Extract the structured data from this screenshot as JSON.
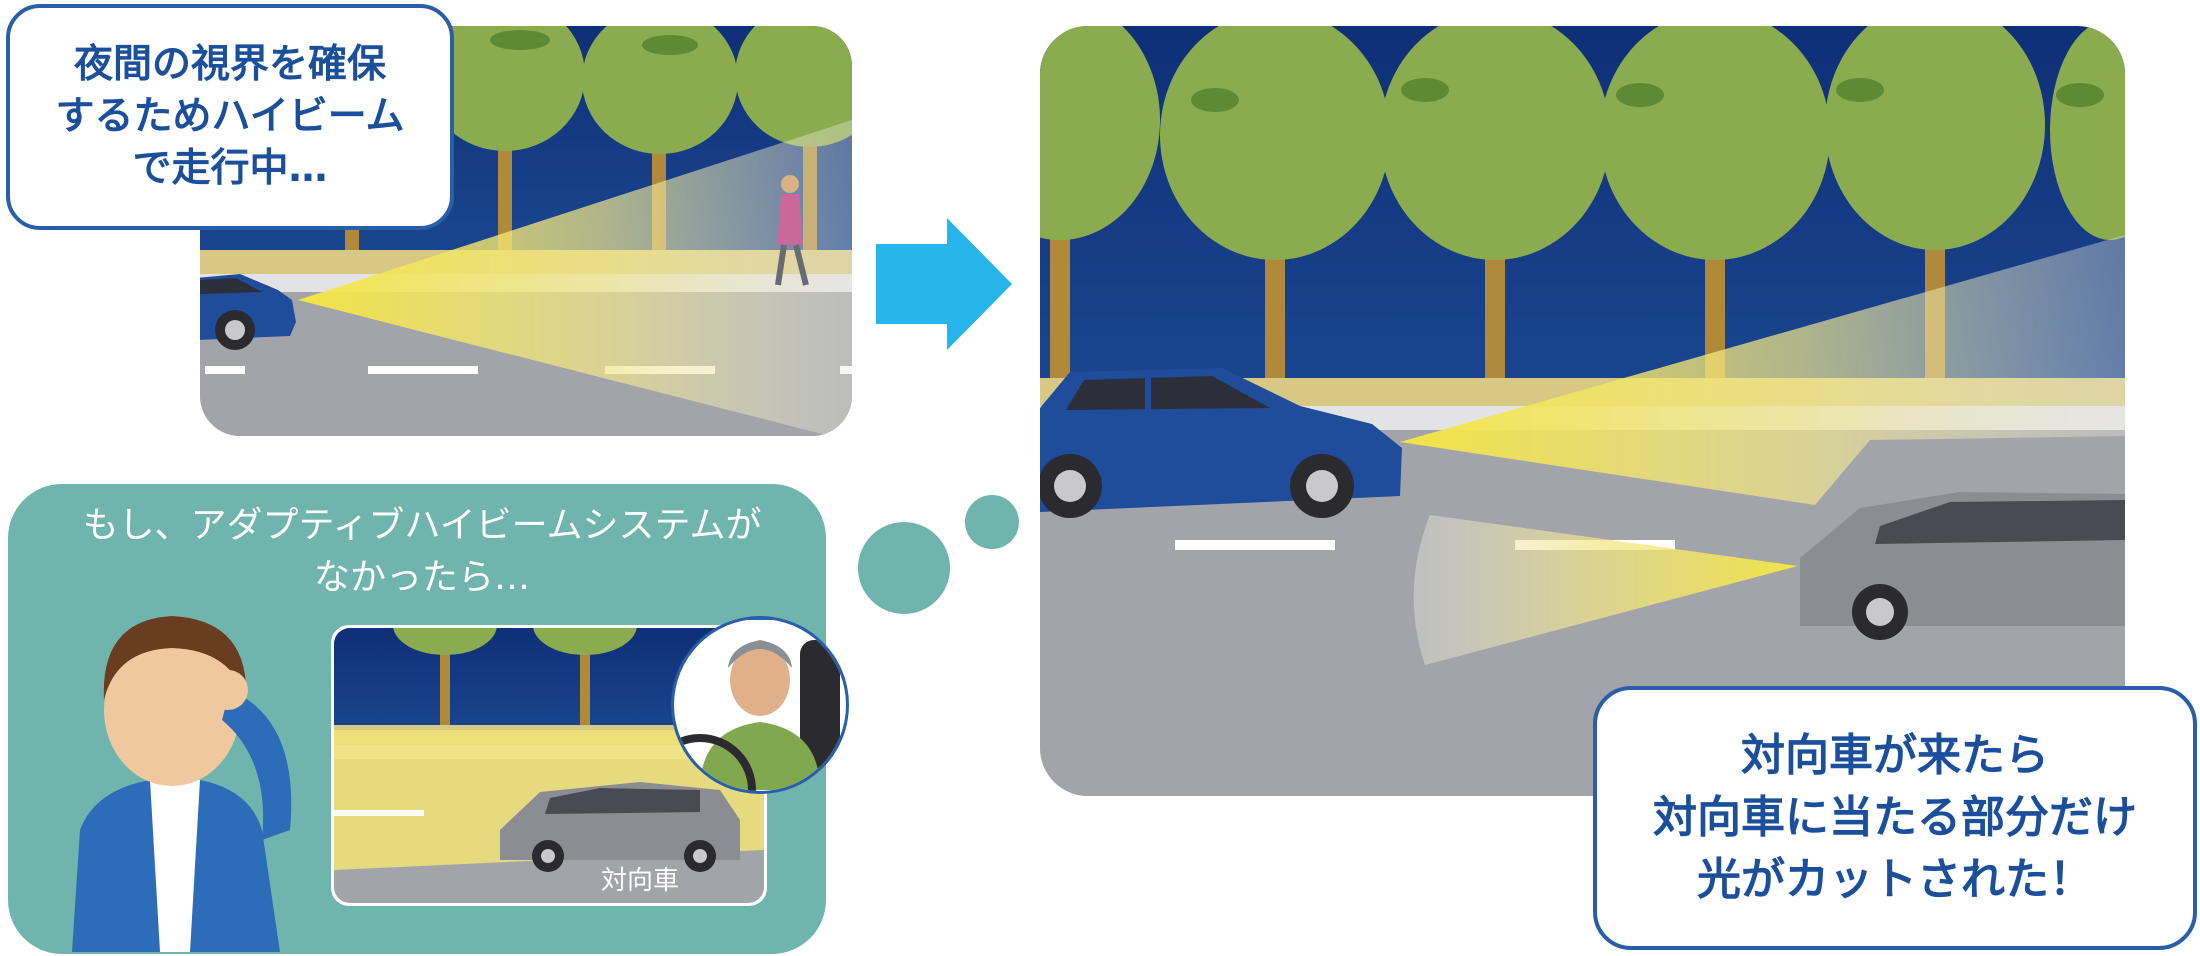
{
  "callouts": {
    "scene1_lines": [
      "夜間の視界を確保",
      "するためハイビーム",
      "で走行中…"
    ],
    "thought_lines": [
      "もし、アダプティブハイビームシステムが",
      "なかったら…"
    ],
    "scene3_lines": [
      "対向車が来たら",
      "対向車に当たる部分だけ",
      "光がカットされた！"
    ],
    "oncoming_label": "対向車"
  },
  "colors": {
    "callout_border": "#2a5ea8",
    "callout_text": "#1b4f9c",
    "thought_bg": "#6fb5ae",
    "arrow": "#27b4ea",
    "night_sky": "#163a86",
    "road": "#a3a4aa",
    "beam": "#f4e44c",
    "tree_foliage": "#8aac4f",
    "own_car": "#1f4c9b",
    "oncoming_car": "#8c8d92"
  },
  "icons": [
    "right-arrow-icon",
    "thought-bubble-icon",
    "car-icon",
    "pedestrian-icon",
    "tree-icon",
    "worried-man-icon",
    "dazzled-driver-icon"
  ]
}
